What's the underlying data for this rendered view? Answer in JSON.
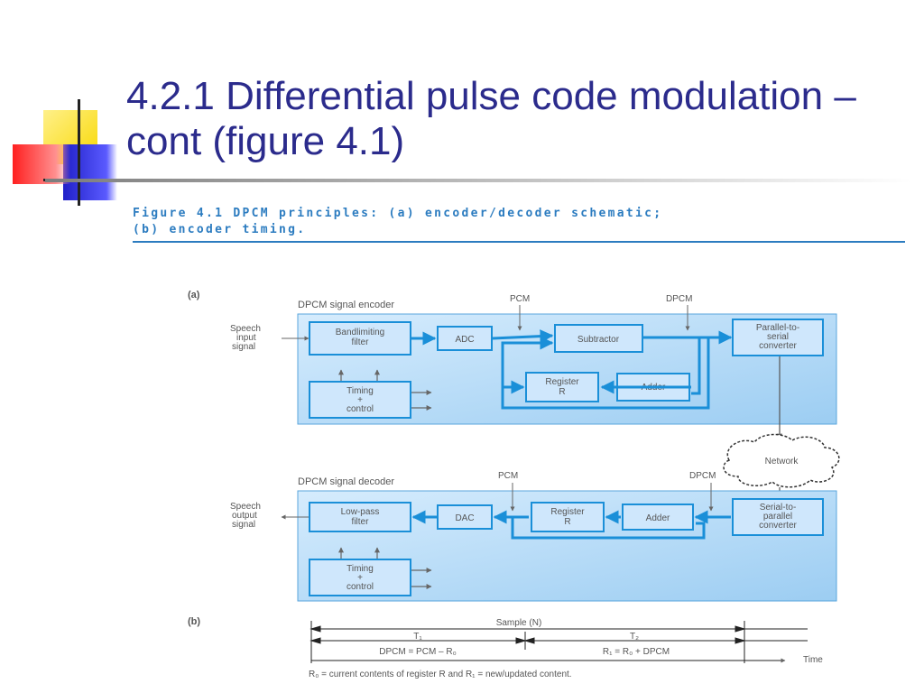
{
  "slide": {
    "title_line1": "4.2.1 Differential pulse code modulation –",
    "title_line2": "cont  (figure 4.1)",
    "caption_line1": "Figure 4.1  DPCM principles: (a) encoder/decoder schematic;",
    "caption_line2": "(b) encoder timing."
  },
  "colors": {
    "title": "#2b2b8c",
    "caption": "#2c7cc0",
    "panel": "#a9d3f5",
    "block": "#c8e4fb",
    "line": "#1a8fd8",
    "deco_yellow": "#f8d800",
    "deco_blue": "#2a2ad0",
    "deco_red": "#ff3030"
  },
  "figure": {
    "part_a_label": "(a)",
    "part_b_label": "(b)",
    "encoder": {
      "title": "DPCM signal encoder",
      "input_label": [
        "Speech",
        "input",
        "signal"
      ],
      "pcm_label": "PCM",
      "dpcm_label": "DPCM",
      "blocks": {
        "filter": [
          "Bandlimiting",
          "filter"
        ],
        "adc": [
          "ADC"
        ],
        "subtractor": [
          "Subtractor"
        ],
        "converter": [
          "Parallel-to-",
          "serial",
          "converter"
        ],
        "register": [
          "Register",
          "R"
        ],
        "adder": [
          "Adder"
        ],
        "timing": [
          "Timing",
          "+",
          "control"
        ]
      }
    },
    "network": "Network",
    "decoder": {
      "title": "DPCM signal decoder",
      "output_label": [
        "Speech",
        "output",
        "signal"
      ],
      "pcm_label": "PCM",
      "dpcm_label": "DPCM",
      "blocks": {
        "filter": [
          "Low-pass",
          "filter"
        ],
        "dac": [
          "DAC"
        ],
        "register": [
          "Register",
          "R"
        ],
        "adder": [
          "Adder"
        ],
        "converter": [
          "Serial-to-",
          "parallel",
          "converter"
        ],
        "timing": [
          "Timing",
          "+",
          "control"
        ]
      }
    },
    "timing": {
      "sample_label": "Sample (N)",
      "t1": "T₁",
      "t2": "T₂",
      "formula1": "DPCM = PCM – R₀",
      "formula2": "R₁ = R₀ + DPCM",
      "time_label": "Time",
      "footnote": "R₀ = current contents of register R and R₁ = new/updated content."
    }
  }
}
